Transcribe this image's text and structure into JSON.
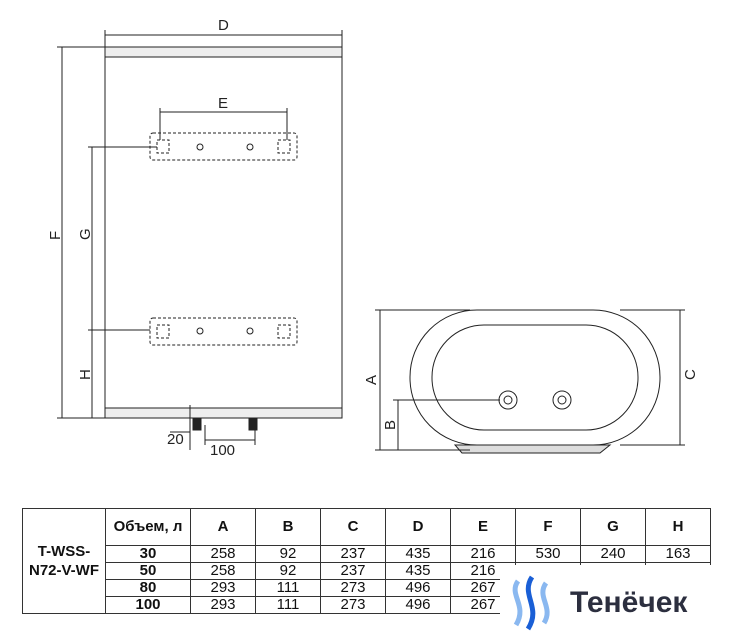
{
  "diagram": {
    "labels": {
      "D": "D",
      "E": "E",
      "F": "F",
      "G": "G",
      "H": "H",
      "A": "A",
      "B": "B",
      "C": "C",
      "offset": "20",
      "spacing": "100"
    }
  },
  "table": {
    "model": "T-WSS-N72-V-WF",
    "headers": [
      "Объем, л",
      "A",
      "B",
      "C",
      "D",
      "E",
      "F",
      "G",
      "H"
    ],
    "rows": [
      [
        "30",
        "258",
        "92",
        "237",
        "435",
        "216",
        "530",
        "240",
        "163"
      ],
      [
        "50",
        "258",
        "92",
        "237",
        "435",
        "216",
        "",
        "",
        ""
      ],
      [
        "80",
        "293",
        "111",
        "273",
        "496",
        "267",
        "",
        "",
        ""
      ],
      [
        "100",
        "293",
        "111",
        "273",
        "496",
        "267",
        "",
        "",
        ""
      ]
    ]
  },
  "logo": {
    "text": "Тенёчек",
    "colors": [
      "#1a5fd6",
      "#8ab8f0"
    ]
  }
}
